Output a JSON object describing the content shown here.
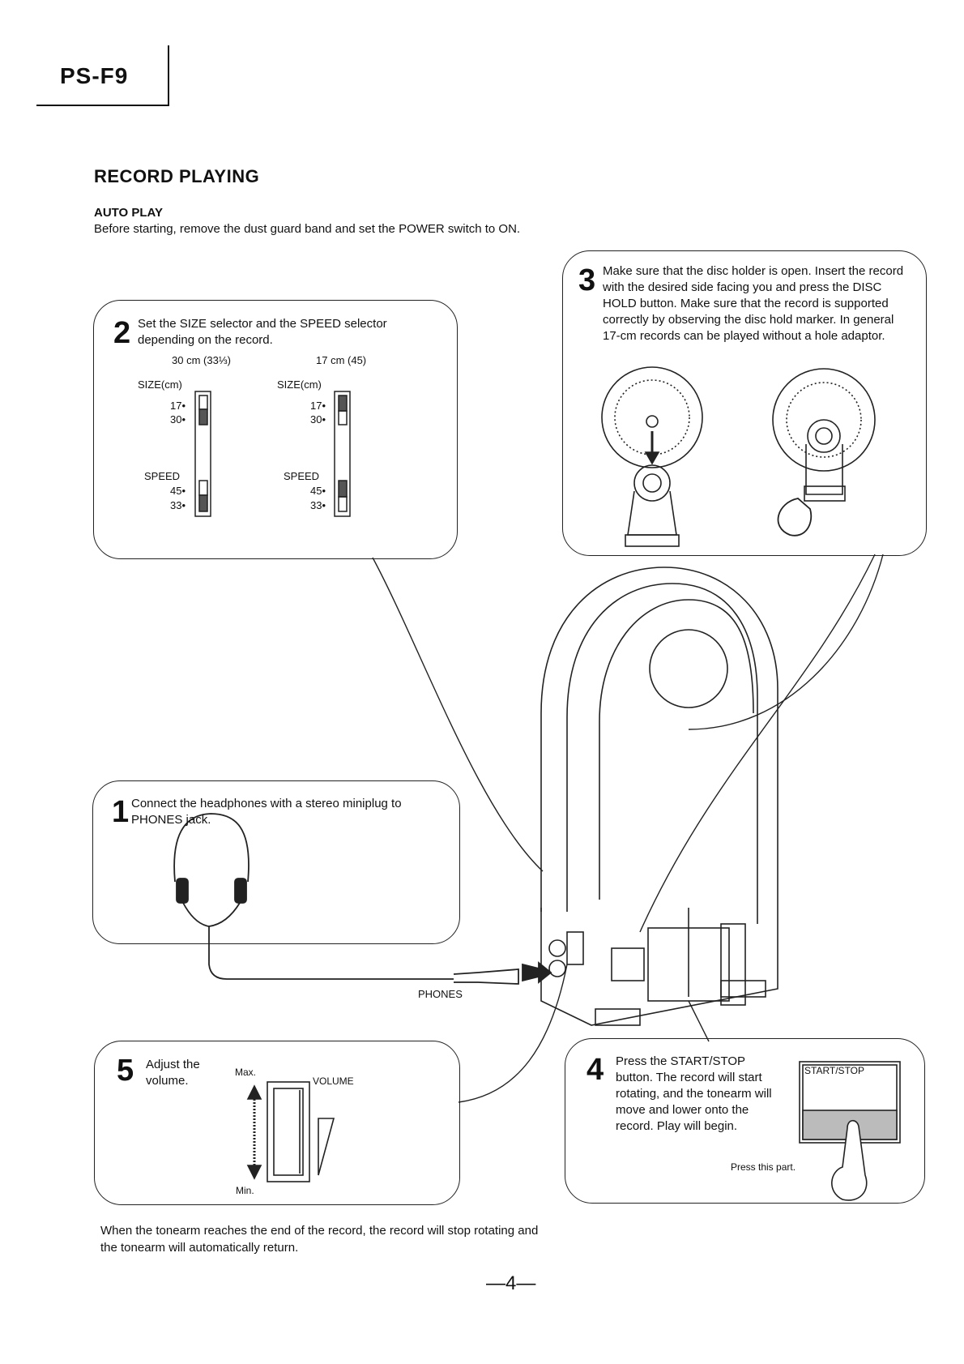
{
  "header": {
    "model": "PS-F9"
  },
  "section": {
    "title": "RECORD PLAYING",
    "subhead": "AUTO PLAY",
    "intro": "Before starting, remove the dust guard band and set the POWER switch to ON."
  },
  "step2": {
    "number": "2",
    "text": "Set the SIZE selector and the SPEED selector depending on the record.",
    "col1_title": "30 cm (33⅓)",
    "col2_title": "17 cm (45)",
    "size_label": "SIZE(cm)",
    "speed_label": "SPEED",
    "size_17": "17•",
    "size_30": "30•",
    "speed_45": "45•",
    "speed_33": "33•"
  },
  "step3": {
    "number": "3",
    "text": "Make sure that the disc holder is open. Insert the record with the desired side facing you and press the DISC HOLD button. Make sure that the record is supported correctly by observing the disc hold marker. In general 17-cm records can be played without a hole adaptor."
  },
  "step1": {
    "number": "1",
    "text": "Connect the headphones with a stereo miniplug to PHONES jack."
  },
  "phones_label": "PHONES",
  "step5": {
    "number": "5",
    "text": "Adjust the volume.",
    "max": "Max.",
    "min": "Min.",
    "volume": "VOLUME"
  },
  "step4": {
    "number": "4",
    "text": "Press the START/STOP button. The record will start rotating, and the tonearm will move and lower onto the record. Play will begin.",
    "button_label": "START/STOP",
    "press_label": "Press this part."
  },
  "bottom_note": "When the tonearm reaches the end of the record, the record will stop rotating and the tonearm will automatically return.",
  "page_number": "—4—"
}
